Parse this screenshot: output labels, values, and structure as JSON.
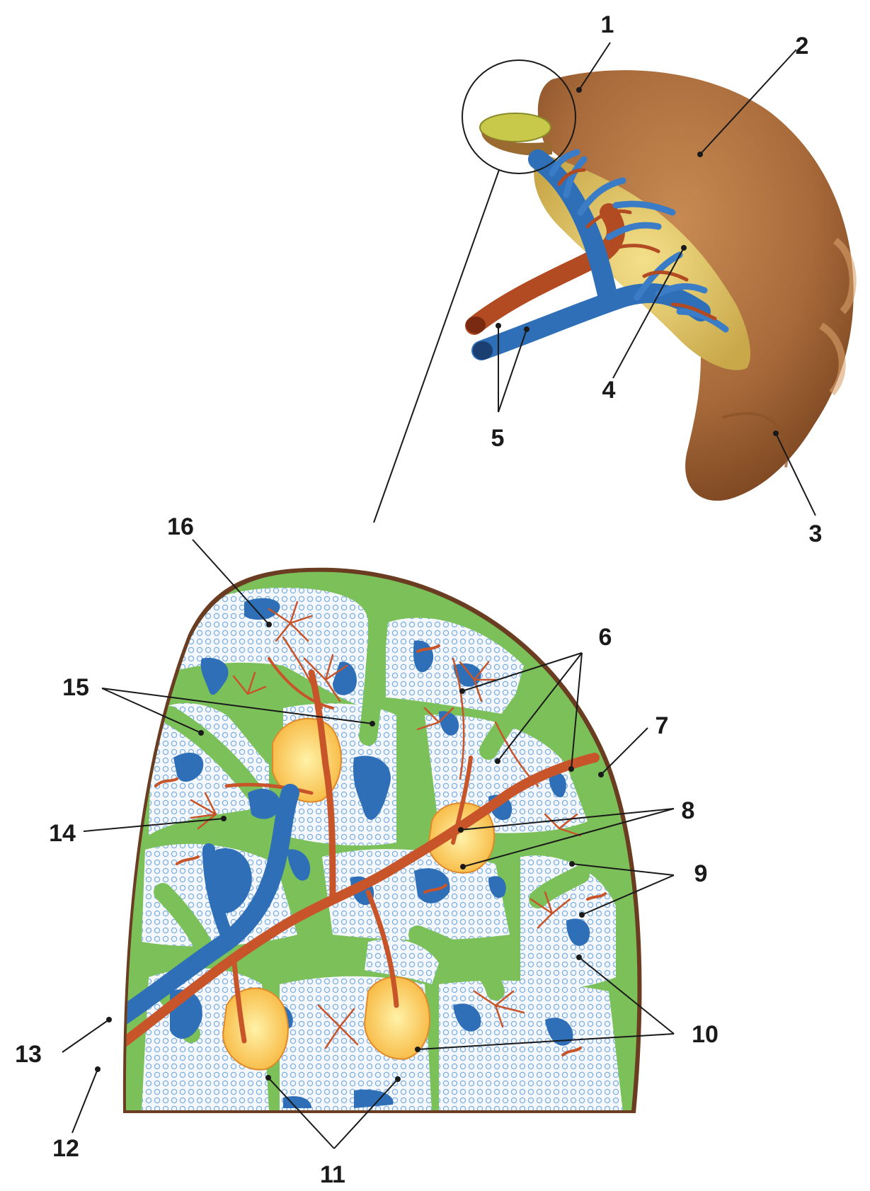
{
  "labels": {
    "n1": "1",
    "n2": "2",
    "n3": "3",
    "n4": "4",
    "n5": "5",
    "n6": "6",
    "n7": "7",
    "n8": "8",
    "n9": "9",
    "n10": "10",
    "n11": "11",
    "n12": "12",
    "n13": "13",
    "n14": "14",
    "n15": "15",
    "n16": "16"
  },
  "colors": {
    "organ": "#a86a3a",
    "capsule": "#7cc05a",
    "vein": "#2e6fb8",
    "artery": "#c8552a",
    "follicle": "#ffd24a",
    "pulp": "#eaf2fb"
  }
}
